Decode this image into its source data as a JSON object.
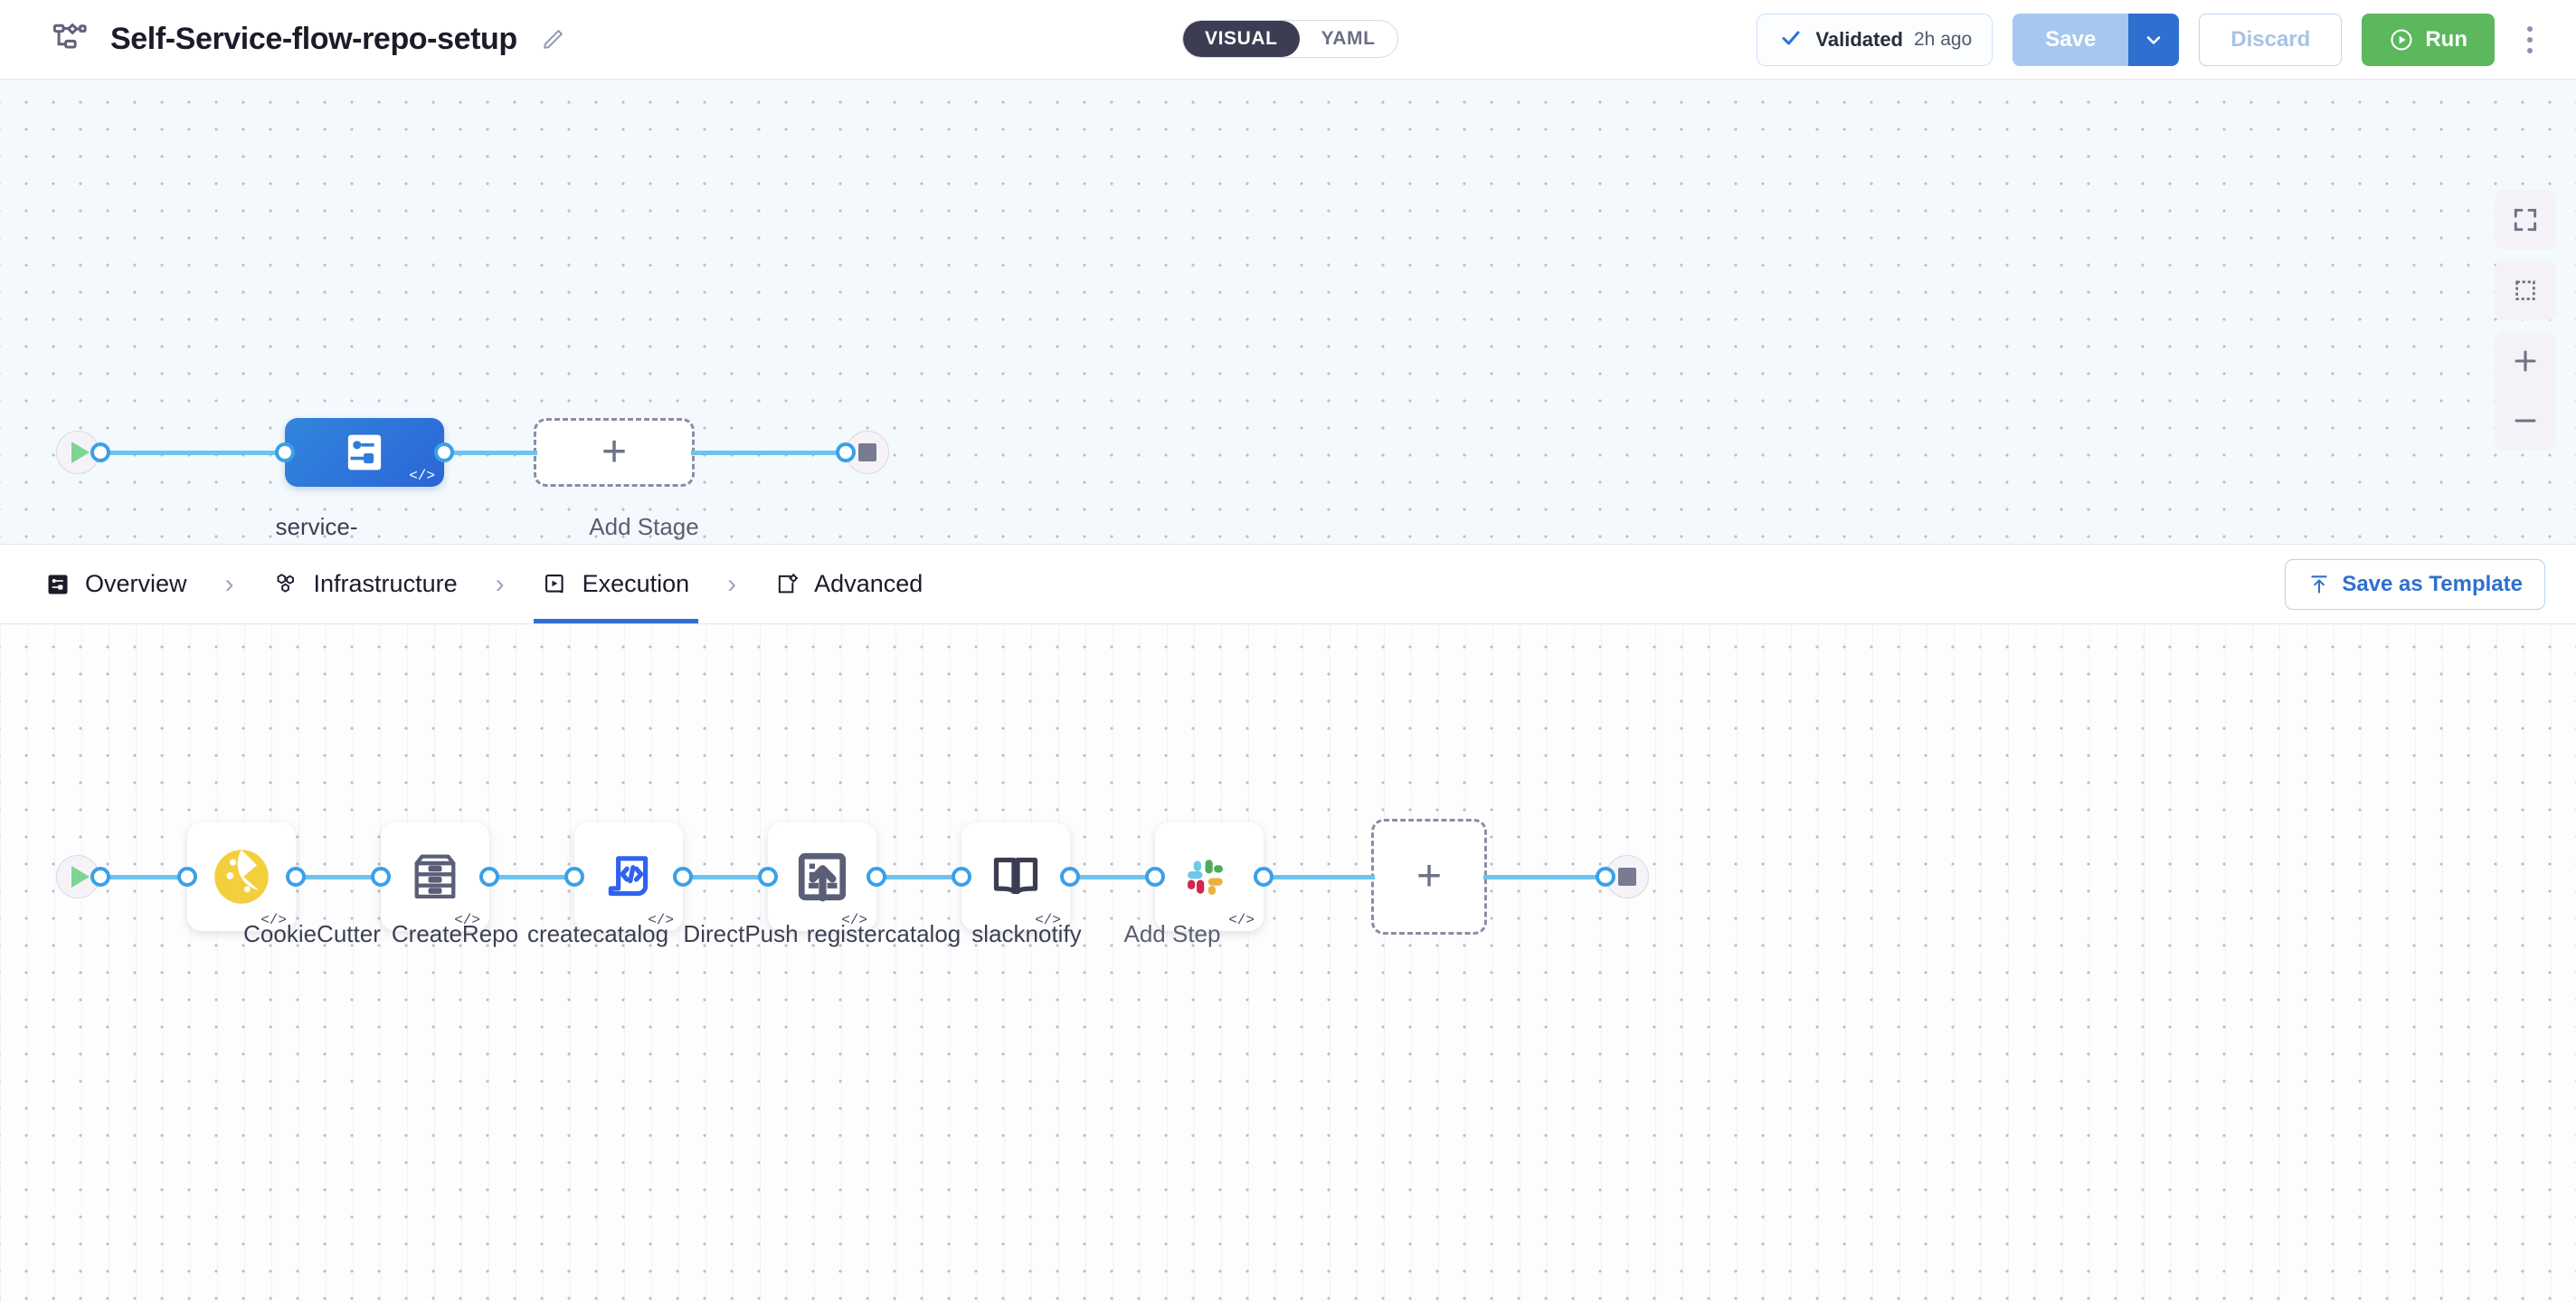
{
  "header": {
    "icon": "pipeline-flow-icon",
    "title": "Self-Service-flow-repo-setup",
    "edit_icon": "pencil-edit-icon",
    "view_toggle": {
      "options": [
        "VISUAL",
        "YAML"
      ],
      "selected": "VISUAL"
    },
    "validation": {
      "icon": "check-icon",
      "label": "Validated",
      "time": "2h ago"
    },
    "save_label": "Save",
    "save_caret_icon": "chevron-down-icon",
    "discard_label": "Discard",
    "run_label": "Run",
    "run_icon": "play-circle-icon",
    "more_icon": "kebab-menu-icon"
  },
  "stage_canvas": {
    "start_icon": "play-icon",
    "end_icon": "stop-icon",
    "stage": {
      "name": "service-\nonboarding",
      "icon": "stage-diagram-icon",
      "code_badge": "</>"
    },
    "add_stage": {
      "label": "Add Stage",
      "icon": "plus-icon"
    }
  },
  "tabs": {
    "items": [
      {
        "label": "Overview",
        "icon": "overview-icon",
        "active": false
      },
      {
        "label": "Infrastructure",
        "icon": "infrastructure-hex-icon",
        "active": false
      },
      {
        "label": "Execution",
        "icon": "execution-play-icon",
        "active": true
      },
      {
        "label": "Advanced",
        "icon": "advanced-gear-icon",
        "active": false
      }
    ],
    "separator": "›",
    "save_template": {
      "label": "Save as Template",
      "icon": "upload-template-icon"
    }
  },
  "steps_canvas": {
    "start_icon": "play-icon",
    "end_icon": "stop-icon",
    "code_badge": "</>",
    "steps": [
      {
        "name": "CookieCutter",
        "icon": "cookie-icon"
      },
      {
        "name": "CreateRepo",
        "icon": "archive-drawer-icon"
      },
      {
        "name": "createcatalog",
        "icon": "code-document-icon"
      },
      {
        "name": "DirectPush",
        "icon": "upload-push-icon"
      },
      {
        "name": "registercatalog",
        "icon": "open-book-icon"
      },
      {
        "name": "slacknotify",
        "icon": "slack-icon"
      }
    ],
    "add_step": {
      "label": "Add Step",
      "icon": "plus-icon"
    }
  },
  "canvas_controls": [
    {
      "name": "fit-to-screen",
      "icon": "fullscreen-corners-icon"
    },
    {
      "name": "box-select",
      "icon": "dashed-square-icon"
    },
    {
      "name": "zoom-in",
      "icon": "plus-icon"
    },
    {
      "name": "zoom-out",
      "icon": "minus-icon"
    }
  ],
  "colors": {
    "accent_blue": "#2f6fd0",
    "stage_blue": "#2f7ddb",
    "run_green": "#5cb85c",
    "link_blue": "#6ec2ef",
    "port_blue": "#3aa0e8",
    "toggle_dark": "#3c3d52",
    "cookie_yellow": "#f3cf3d",
    "canvas_stage_bg": "#f3f9fd",
    "canvas_steps_bg": "#fdfdfe"
  }
}
